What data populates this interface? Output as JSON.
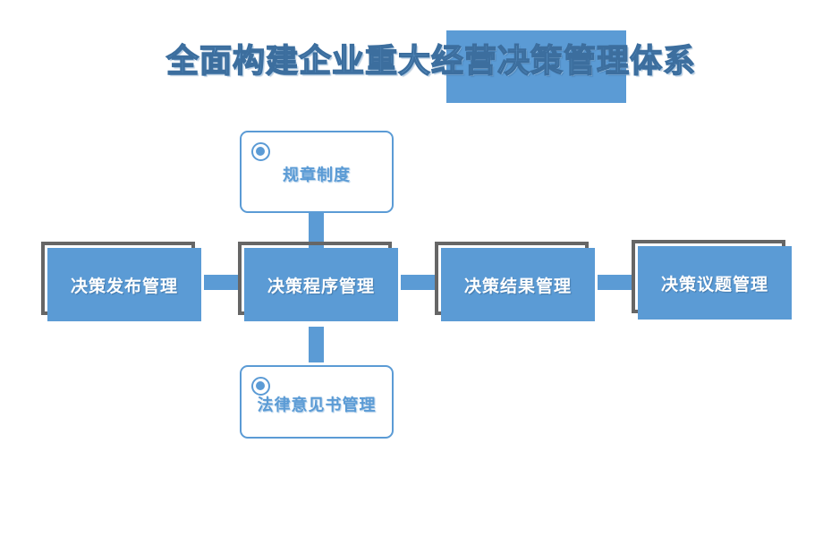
{
  "title": {
    "text": "全面构建企业重大经营决策管理体系"
  },
  "colors": {
    "accent_blue": "#5B9BD5",
    "frame_gray": "#666666",
    "text_white": "#FFFFFF",
    "background": "#FFFFFF"
  },
  "process_boxes": [
    {
      "label": "决策发布管理"
    },
    {
      "label": "决策程序管理"
    },
    {
      "label": "决策结果管理"
    },
    {
      "label": "决策议题管理"
    }
  ],
  "callout_boxes": [
    {
      "label": "规章制度",
      "icon": "radio-button-icon"
    },
    {
      "label": "法律意见书管理",
      "icon": "radio-button-icon"
    }
  ]
}
